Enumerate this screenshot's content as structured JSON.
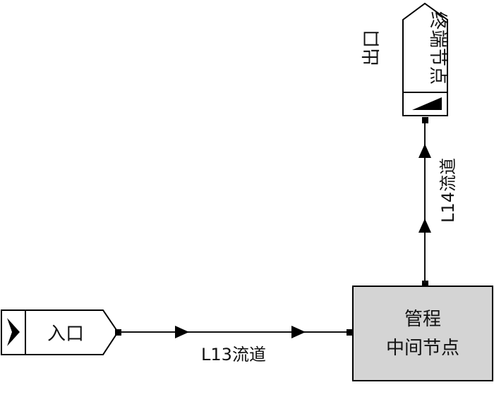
{
  "nodes": {
    "inlet": {
      "label": "入口"
    },
    "mid": {
      "line1": "管程",
      "line2": "中间节点"
    },
    "terminal": {
      "label": "终端节点",
      "side_label": "出口"
    }
  },
  "flows": {
    "l13": {
      "label": "L13流道"
    },
    "l14": {
      "label": "L14流道"
    }
  },
  "colors": {
    "mid_fill": "#d4d4d4",
    "stroke": "#000000",
    "line": "#111111"
  }
}
